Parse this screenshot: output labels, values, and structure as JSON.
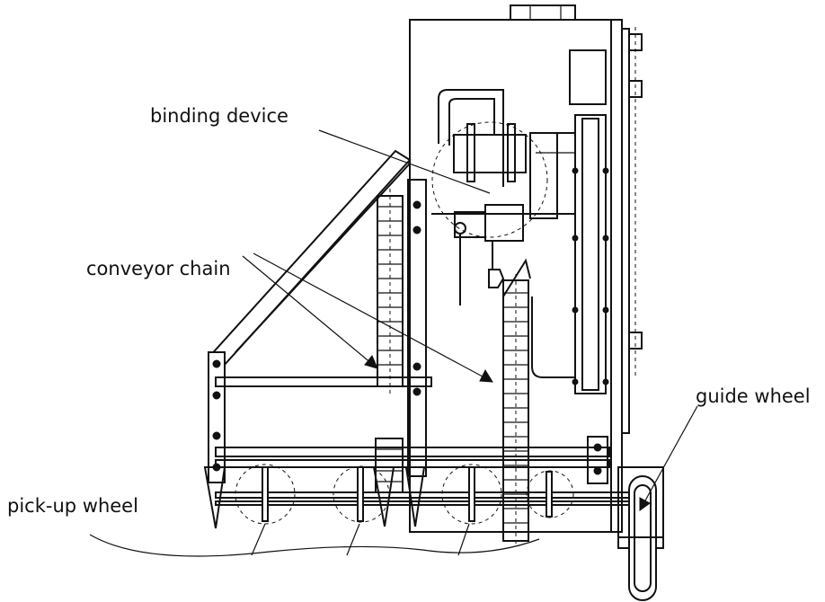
{
  "labels": {
    "binding_device": "binding device",
    "conveyor_chain": "conveyor chain",
    "guide_wheel": "guide wheel",
    "pick_up_wheel": "pick-up wheel"
  }
}
